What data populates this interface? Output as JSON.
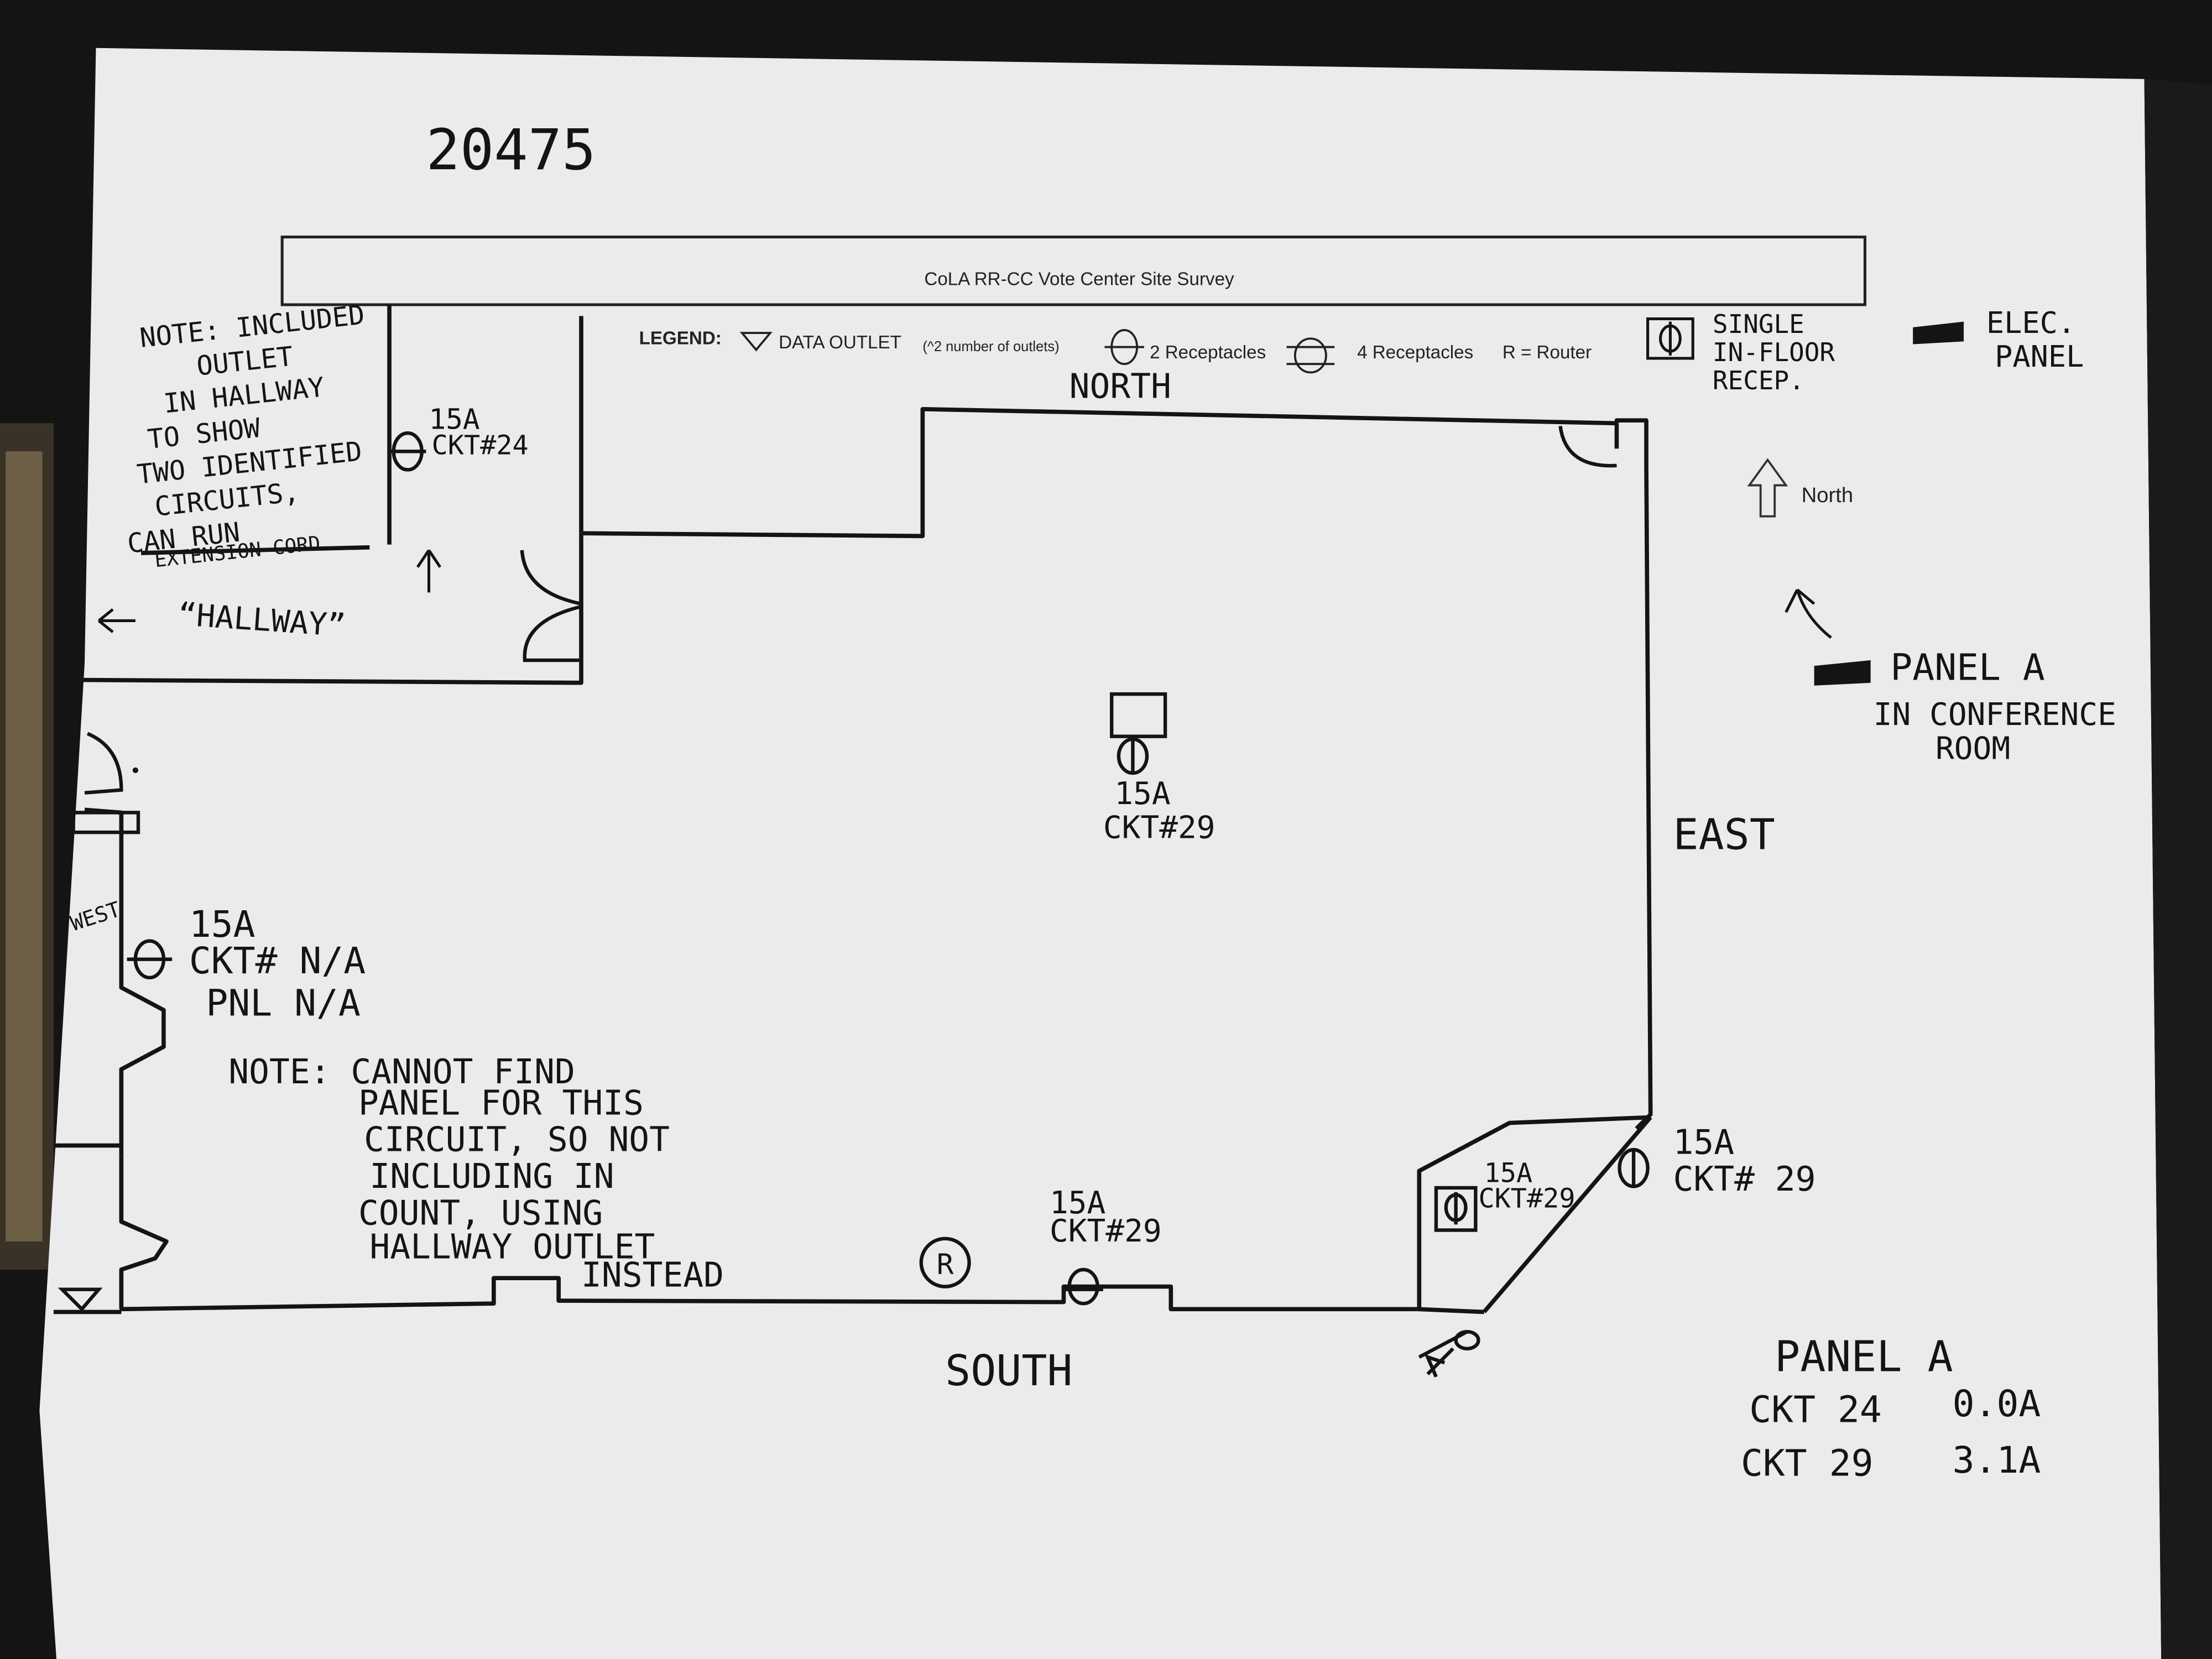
{
  "form": {
    "number": "20475",
    "title": "CoLA RR-CC Vote Center Site Survey"
  },
  "legend": {
    "label": "LEGEND:",
    "data_outlet": "DATA OUTLET",
    "data_outlet_note": "(^2 number of outlets)",
    "two_receptacles": "2 Receptacles",
    "four_receptacles": "4 Receptacles",
    "router": "R = Router",
    "single_in_floor": [
      "SINGLE",
      "IN-FLOOR",
      "RECEP."
    ],
    "elec_panel": [
      "ELEC.",
      "PANEL"
    ],
    "north_arrow": "North"
  },
  "directions": {
    "north": "NORTH",
    "south": "SOUTH",
    "east": "EAST",
    "west": "WEST"
  },
  "notes": {
    "hallway_note": [
      "NOTE: INCLUDED",
      "OUTLET",
      "IN HALLWAY",
      "TO SHOW",
      "TWO IDENTIFIED",
      "CIRCUITS,",
      "CAN RUN",
      "EXTENSION CORD"
    ],
    "hallway_label": "“HALLWAY”",
    "west_note": [
      "NOTE: CANNOT FIND",
      "PANEL FOR THIS",
      "CIRCUIT, SO NOT",
      "INCLUDING IN",
      "COUNT, USING",
      "HALLWAY OUTLET",
      "INSTEAD"
    ],
    "panel_a_location": [
      "PANEL A",
      "IN CONFERENCE",
      "ROOM"
    ]
  },
  "outlets": {
    "hallway": [
      "15A",
      "CKT#24"
    ],
    "center": [
      "15A",
      "CKT#29"
    ],
    "west": [
      "15A",
      "CKT# N/A",
      "PNL  N/A"
    ],
    "south": [
      "15A",
      "CKT#29"
    ],
    "corner_floor": [
      "15A",
      "CKT#29"
    ],
    "east": [
      "15A",
      "CKT# 29"
    ],
    "router_symbol": "R"
  },
  "panel_summary": {
    "title": "PANEL A",
    "rows": [
      {
        "ckt": "CKT 24",
        "amps": "0.0A"
      },
      {
        "ckt": "CKT 29",
        "amps": "3.1A"
      }
    ]
  },
  "colors": {
    "paper": "#ebebee",
    "ink": "#141414",
    "background": "#151515"
  }
}
